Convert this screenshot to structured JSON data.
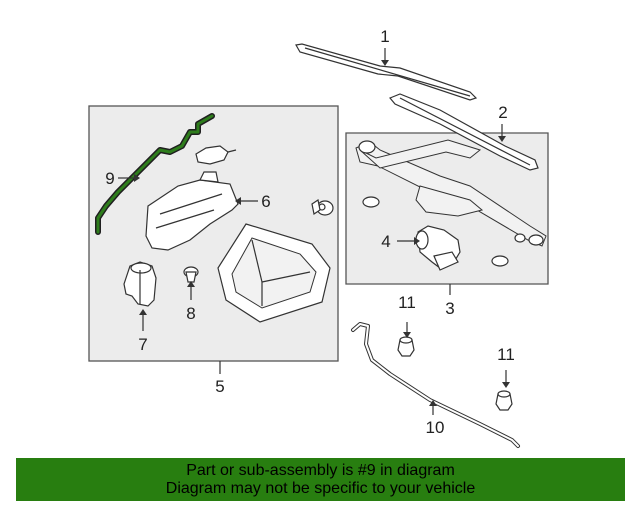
{
  "labels": {
    "p1": "1",
    "p2": "2",
    "p3": "3",
    "p4": "4",
    "p5": "5",
    "p6": "6",
    "p7": "7",
    "p8": "8",
    "p9": "9",
    "p10": "10",
    "p11a": "11",
    "p11b": "11"
  },
  "footer": {
    "line1": "Part or sub-assembly is #9 in diagram",
    "line2": "Diagram may not be specific to your vehicle"
  },
  "colors": {
    "highlight": "#2a5a22",
    "footer_bg": "#287e10",
    "box_fill": "#ececec"
  }
}
